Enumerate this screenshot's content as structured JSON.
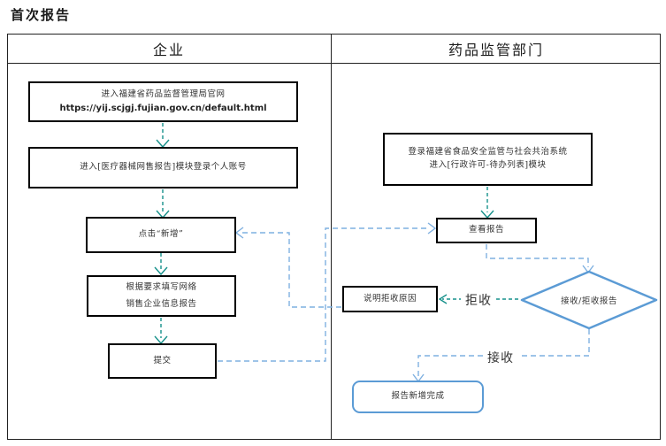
{
  "title": "首次报告",
  "lanes": {
    "left": "企业",
    "right": "药品监管部门"
  },
  "nodes": {
    "enter_website_line1": "进入福建省药品监督管理局官网",
    "enter_website_line2": "https://yij.scjgj.fujian.gov.cn/default.html",
    "login_module": "进入[医疗器械网售报告]模块登录个人账号",
    "click_add": "点击“新增”",
    "fill_report_line1": "根据要求填写网络",
    "fill_report_line2": "销售企业信息报告",
    "submit": "提交",
    "regulator_login_line1": "登录福建省食品安全监管与社会共治系统",
    "regulator_login_line2": "进入[行政许可-待办列表]模块",
    "view_report": "查看报告",
    "decision": "接收/拒收报告",
    "explain_reject": "说明拒收原因",
    "complete": "报告新增完成"
  },
  "edge_labels": {
    "reject": "拒收",
    "accept": "接收"
  },
  "colors": {
    "flow_arrow_teal": "#17918B",
    "connector_blue": "#7FB0E0",
    "decision_blue": "#5B9BD5"
  }
}
